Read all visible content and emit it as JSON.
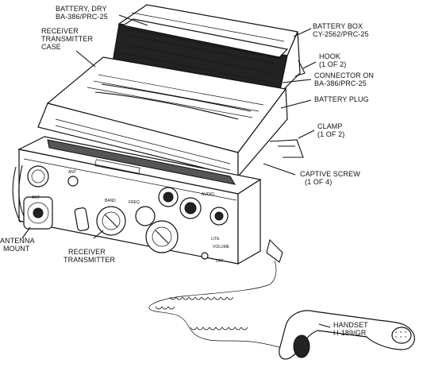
{
  "labels": {
    "battery_dry": [
      "BATTERY, DRY",
      "BA-386/PRC-25"
    ],
    "battery_box": [
      "BATTERY BOX",
      "CY-2562/PRC-25"
    ],
    "rt_case": [
      "RECEIVER",
      "TRANSMITTER",
      "CASE"
    ],
    "hook": [
      "HOOK",
      "(1 OF 2)"
    ],
    "connector": [
      "CONNECTOR ON",
      "BA-386/PRC-25"
    ],
    "battery_plug": [
      "BATTERY PLUG"
    ],
    "clamp": [
      "CLAMP",
      "(1 OF 2)"
    ],
    "captive_screw": [
      "CAPTIVE SCREW",
      "(1 OF 4)"
    ],
    "antenna_mount": [
      "ANTENNA",
      "MOUNT"
    ],
    "rt": [
      "RECEIVER",
      "TRANSMITTER"
    ],
    "handset": [
      "HANDSET",
      "H-189/GR"
    ]
  },
  "panel_marks": {
    "ant": "ANT",
    "ant2": "ANT",
    "volume": "VOLUME",
    "audio": "AUDIO",
    "band": "BAND",
    "freq": "FREQ",
    "lite": "LITE",
    "off": "OFF"
  },
  "colors": {
    "ink": "#111111",
    "paper": "#ffffff"
  }
}
